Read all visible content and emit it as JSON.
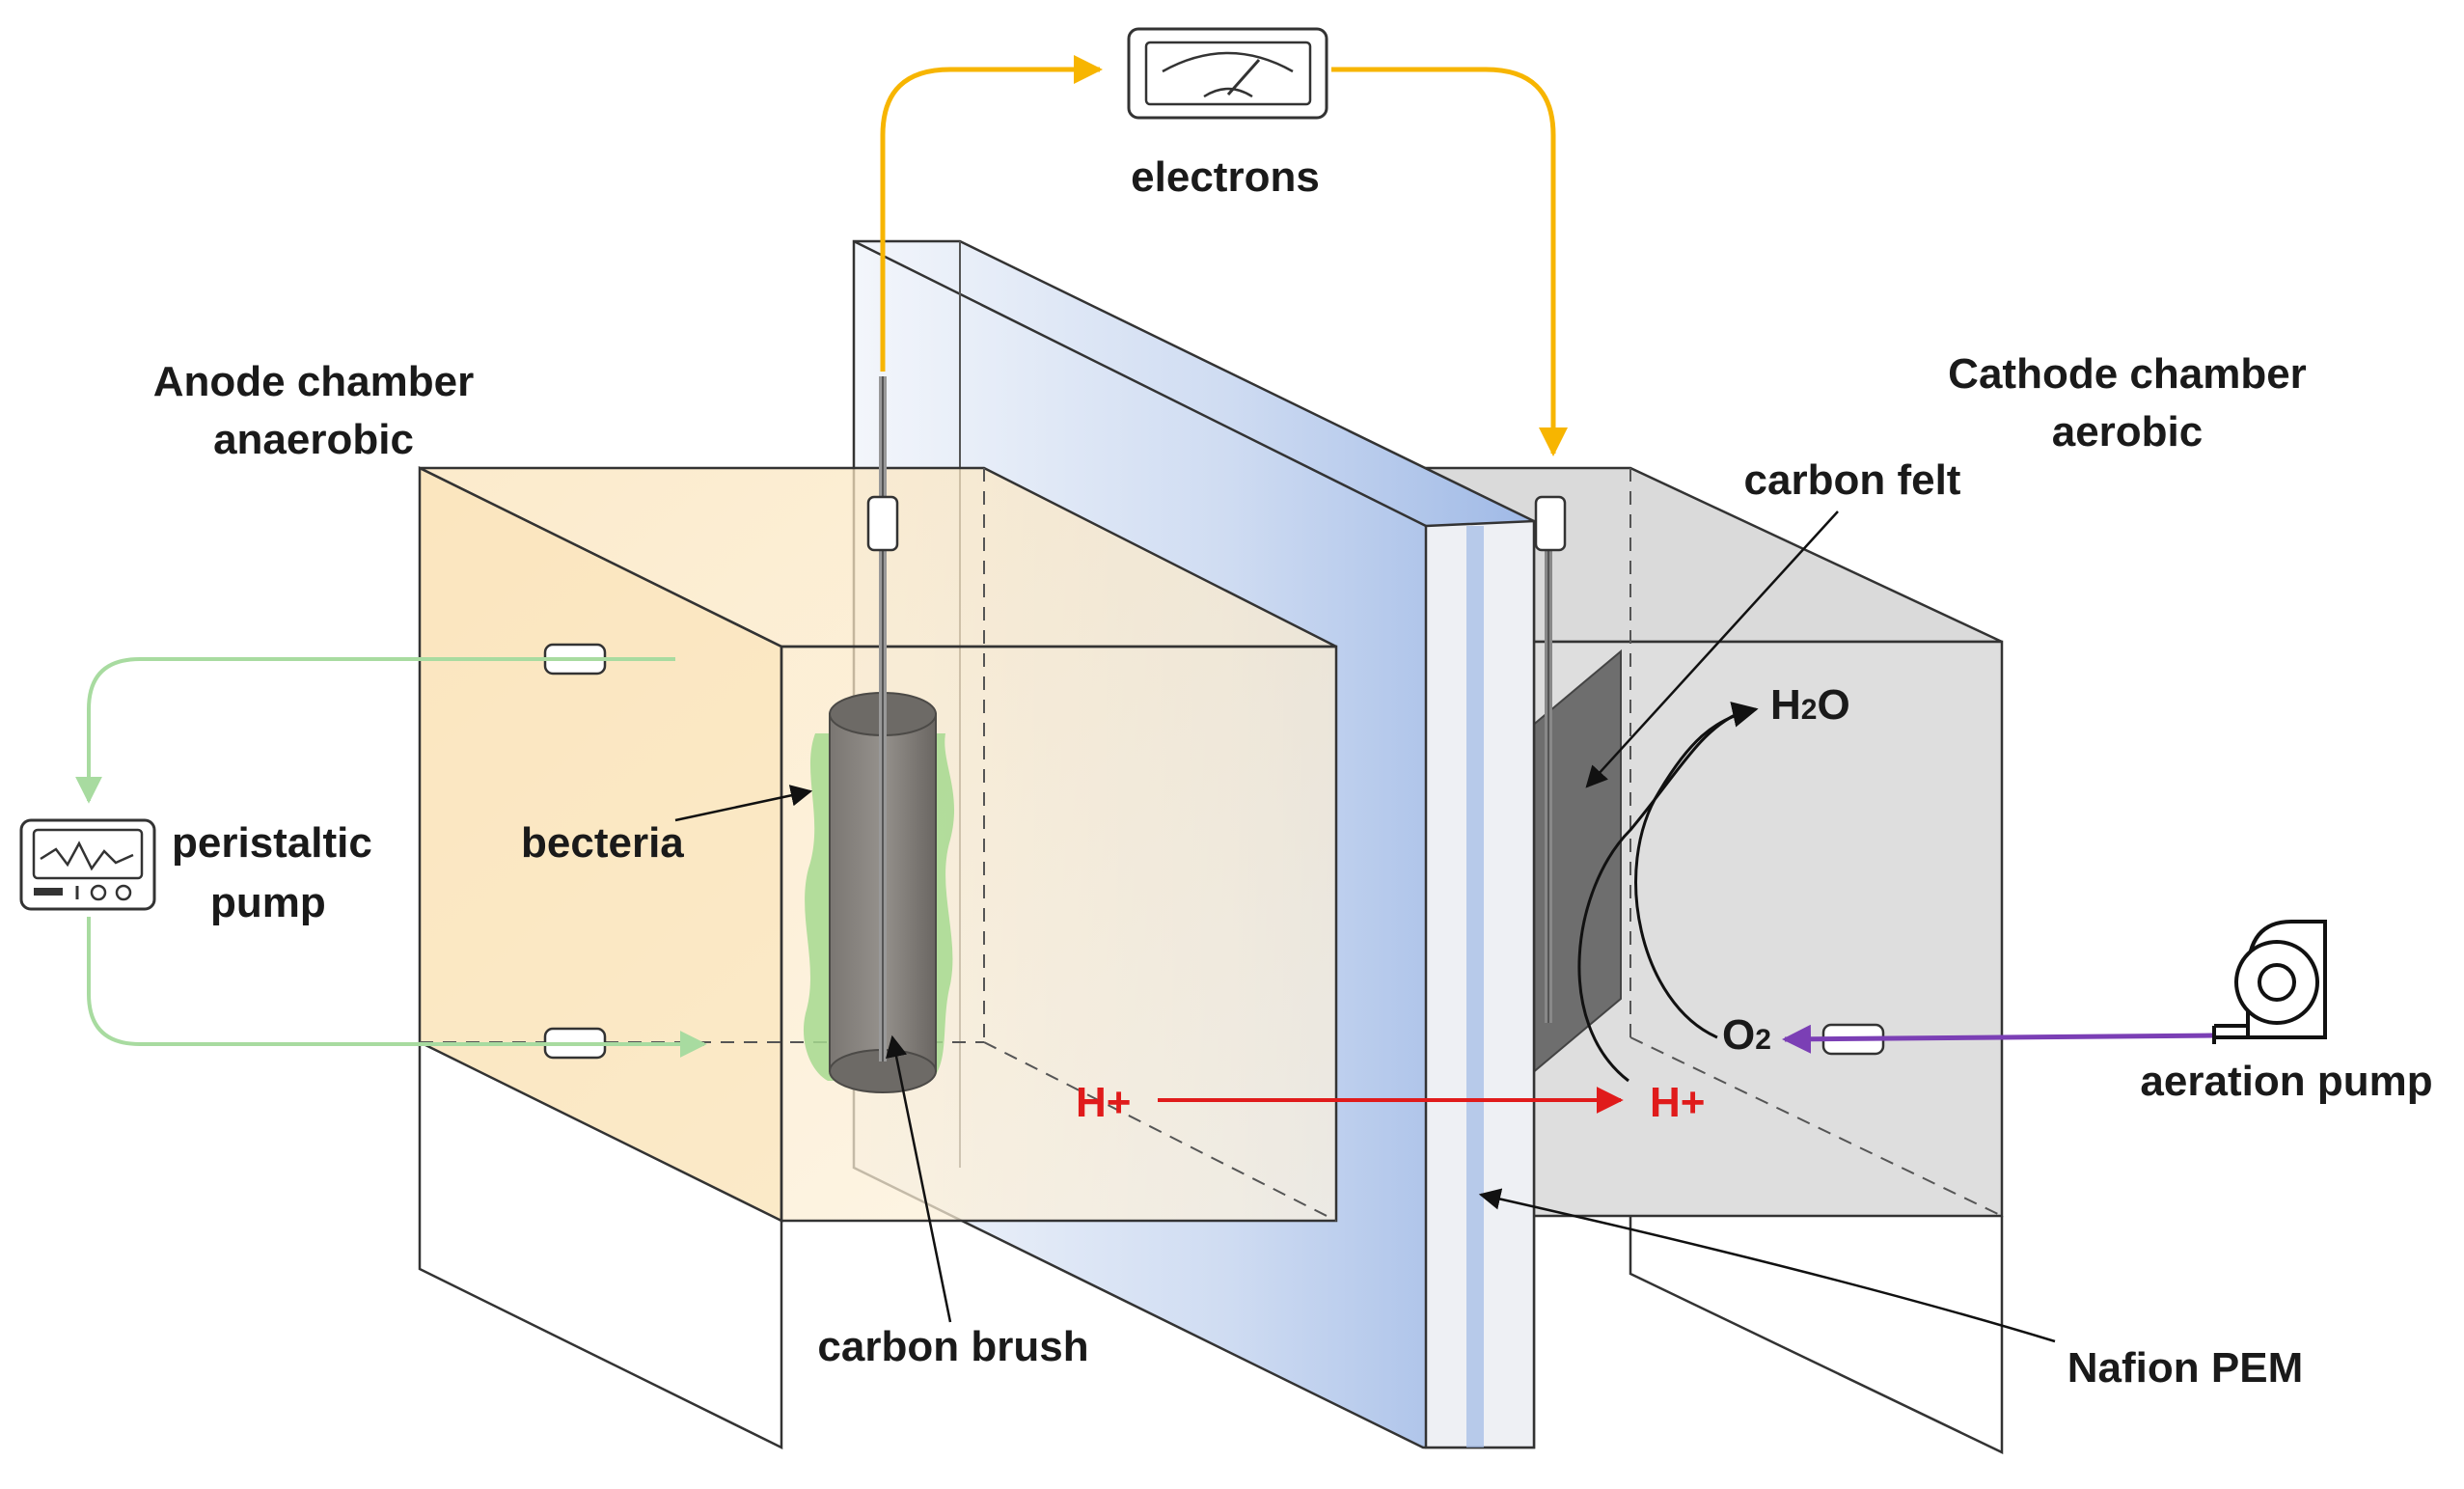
{
  "labels": {
    "electrons": "electrons",
    "anode_line1": "Anode chamber",
    "anode_line2": "anaerobic",
    "cathode_line1": "Cathode chamber",
    "cathode_line2": "aerobic",
    "carbon_felt": "carbon felt",
    "water_H": "H",
    "water_sub": "2",
    "water_O": "O",
    "oxygen_O": "O",
    "oxygen_sub": "2",
    "peristaltic_line1": "peristaltic",
    "peristaltic_line2": "pump",
    "bacteria": "becteria",
    "proton_left": "H+",
    "proton_right": "H+",
    "aeration_pump": "aeration pump",
    "carbon_brush": "carbon brush",
    "membrane": "Nafion PEM"
  },
  "colors": {
    "anode_fill": "#fbe9c4",
    "cathode_fill": "#d9d9d9",
    "membrane_blue": "#a9c2ea",
    "electron_wire": "#f7b500",
    "pump_loop": "#a8dba0",
    "proton_arrow": "#e01b1b",
    "aeration_arrow": "#7b3fb5",
    "bacteria_green": "#a6d98f",
    "electrode_gray": "#6d6a66"
  },
  "icons": {
    "meter": "ammeter-icon",
    "peristaltic_pump": "peristaltic-pump-icon",
    "aeration_pump": "aeration-pump-icon"
  }
}
